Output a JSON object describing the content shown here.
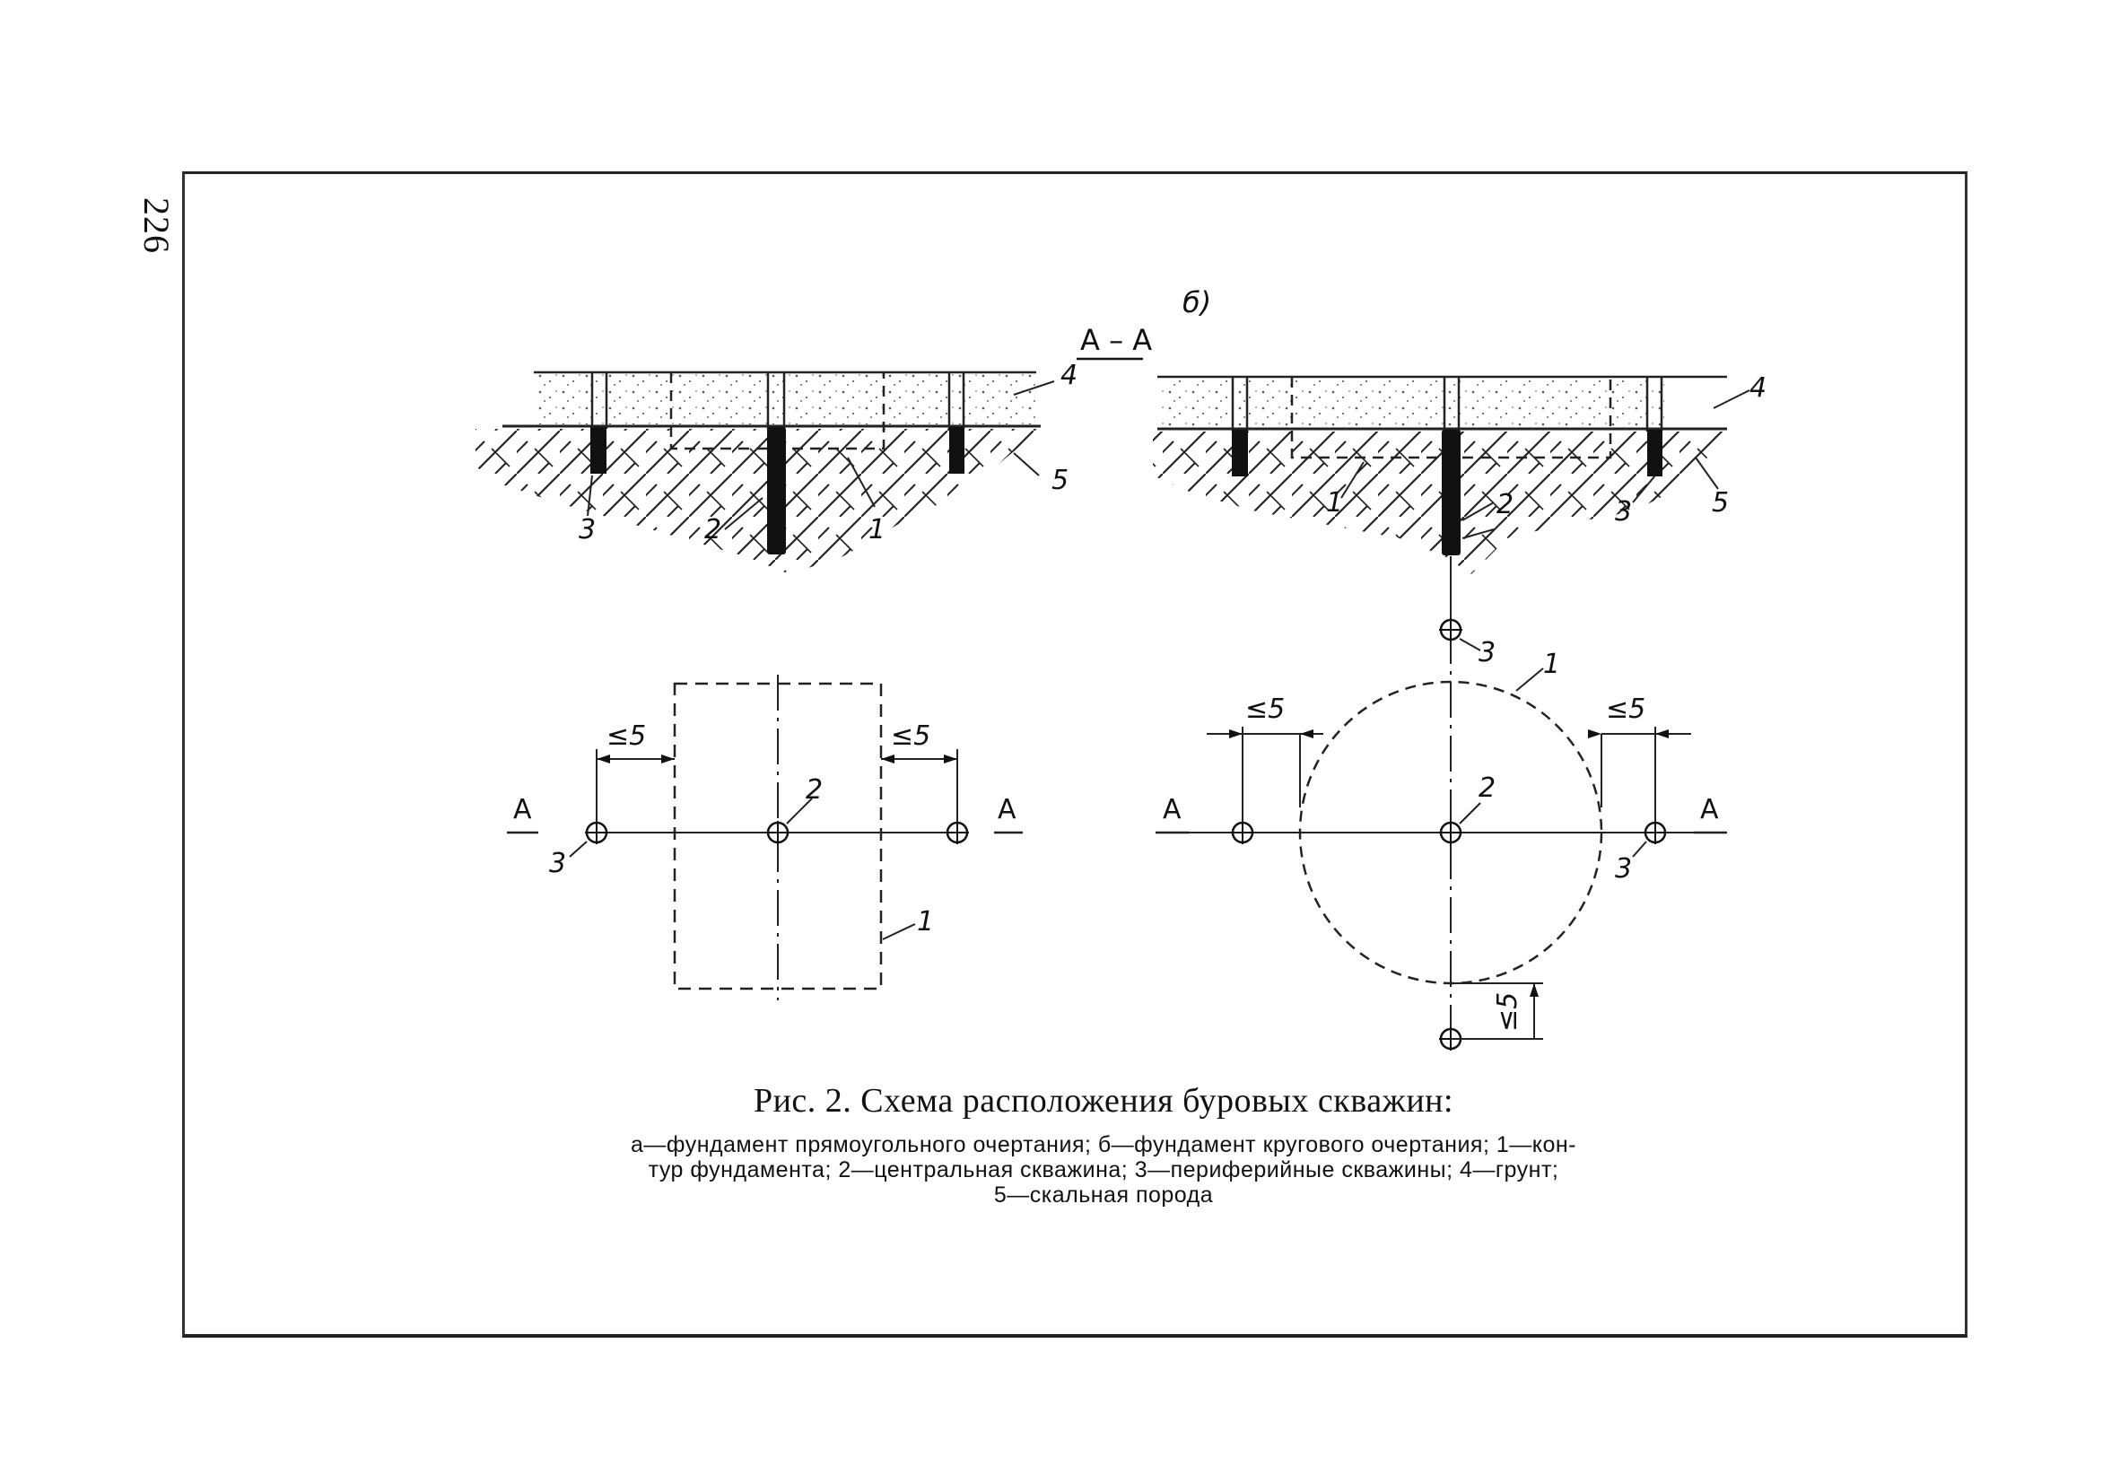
{
  "page_number": "226",
  "panel_label_b": "б)",
  "section_label": "А – А",
  "callouts": {
    "n1": "1",
    "n2": "2",
    "n3": "3",
    "n4": "4",
    "n5": "5"
  },
  "cut_marker": "А",
  "dimension_label": "≤5",
  "caption": {
    "title": "Рис. 2. Схема расположения буровых скважин:",
    "line1": "а—фундамент прямоугольного очертания; б—фундамент кругового очертания; 1—кон-",
    "line2": "тур фундамента; 2—центральная скважина; 3—периферийные скважины; 4—грунт;",
    "line3": "5—скальная порода"
  }
}
